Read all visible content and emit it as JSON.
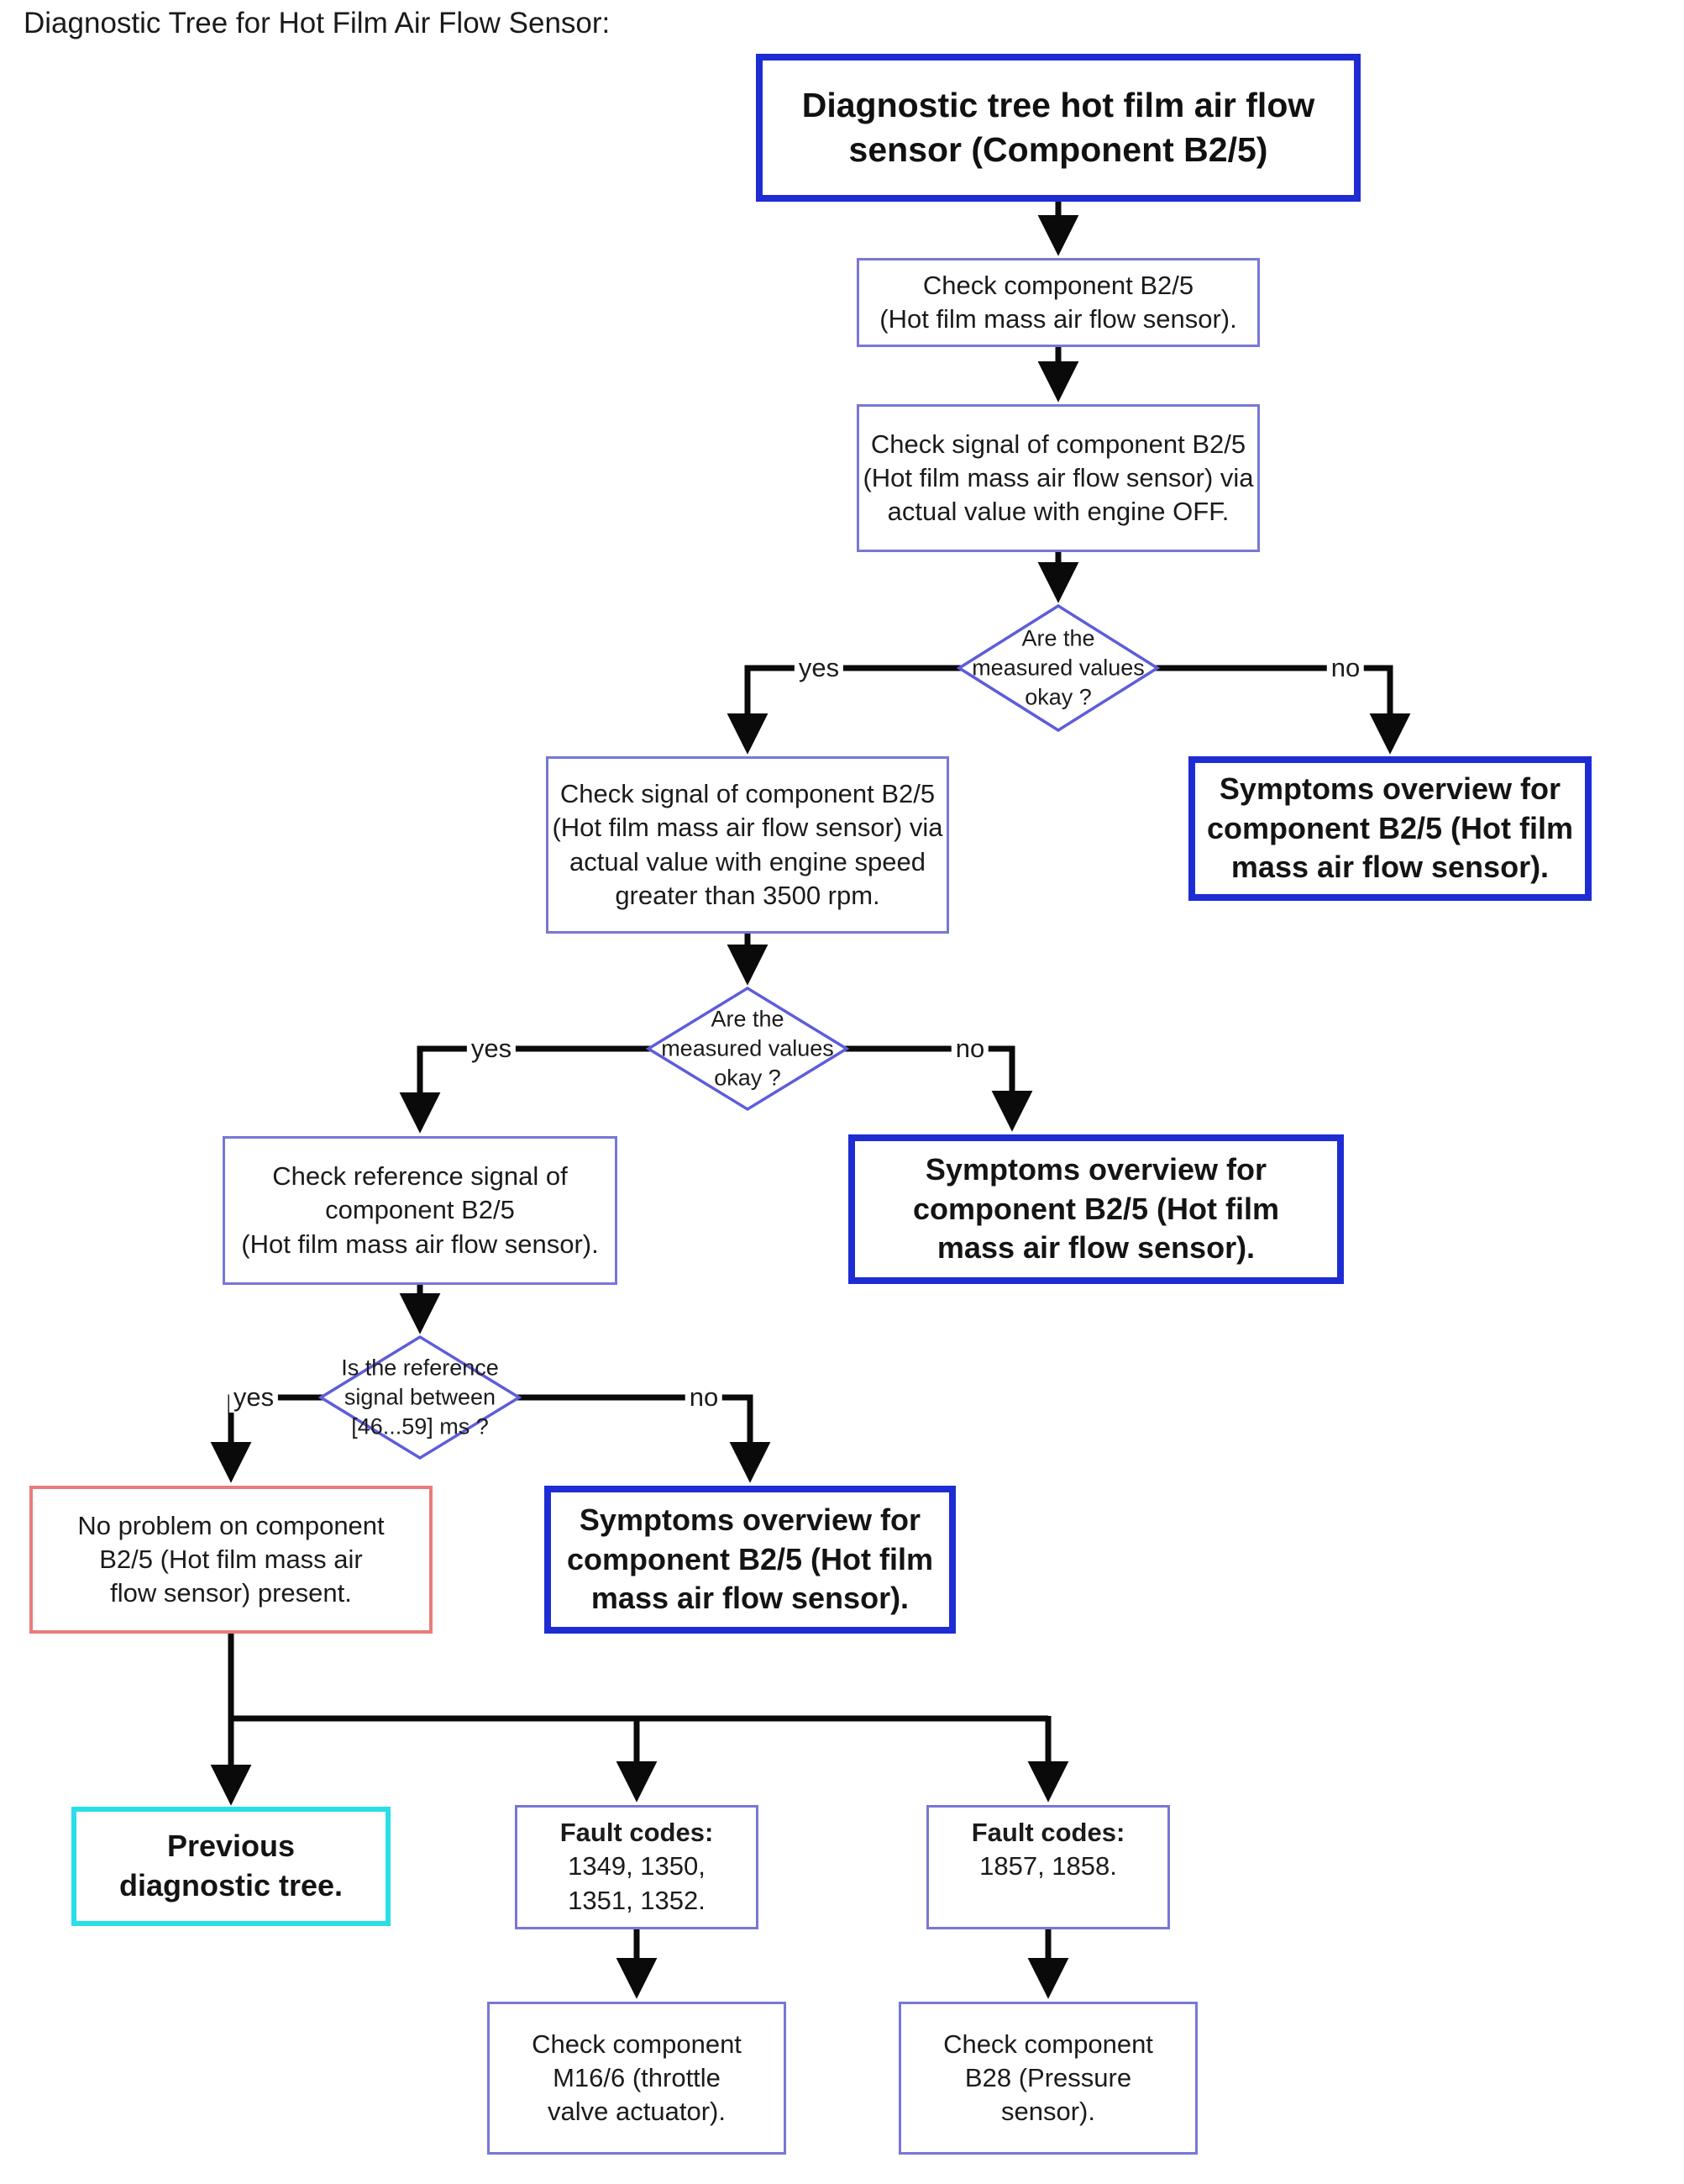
{
  "page_title": "Diagnostic Tree for Hot Film Air Flow Sensor:",
  "labels": {
    "yes": "yes",
    "no": "no"
  },
  "colors": {
    "thick_border_blue": "#1e2cd4",
    "thin_border_blue": "#7777d6",
    "diamond_border_blue": "#5d5dda",
    "no_problem_border_red": "#e87c7c",
    "previous_tree_border_cyan": "#2adee8",
    "connector_black": "#0a0a0a",
    "text": "#1b1b1b",
    "background": "#ffffff"
  },
  "nodes": {
    "root": {
      "text": "Diagnostic tree hot film air flow\nsensor (Component B2/5)"
    },
    "check_component": {
      "text": "Check component B2/5\n(Hot film mass air flow sensor)."
    },
    "check_signal_engine_off": {
      "text": "Check signal of component B2/5\n(Hot film mass air flow sensor) via\nactual value with engine OFF."
    },
    "decision_measured_values_1": {
      "text": "Are the\nmeasured values\nokay ?"
    },
    "check_signal_3500rpm": {
      "text": "Check signal of component B2/5\n(Hot film mass air flow sensor) via\nactual value with engine speed\ngreater than 3500 rpm."
    },
    "symptoms_overview_1": {
      "text": "Symptoms overview for\ncomponent B2/5 (Hot film\nmass air flow sensor)."
    },
    "decision_measured_values_2": {
      "text": "Are the\nmeasured values\nokay ?"
    },
    "check_reference_signal": {
      "text": "Check reference signal of\ncomponent B2/5\n(Hot film mass air flow sensor)."
    },
    "symptoms_overview_2": {
      "text": "Symptoms overview for\ncomponent B2/5 (Hot film\nmass air flow sensor)."
    },
    "decision_reference_signal": {
      "text": "Is the reference\nsignal between\n[46...59] ms ?"
    },
    "no_problem": {
      "text": "No problem on component\nB2/5 (Hot film mass air\nflow sensor) present."
    },
    "symptoms_overview_3": {
      "text": "Symptoms overview for\ncomponent B2/5 (Hot film\nmass air flow sensor)."
    },
    "previous_tree": {
      "text": "Previous\ndiagnostic tree."
    },
    "fault_codes_1": {
      "title": "Fault codes:",
      "codes": "1349, 1350,\n1351, 1352."
    },
    "fault_codes_2": {
      "title": "Fault codes:",
      "codes": "1857, 1858."
    },
    "check_m16_6": {
      "text": "Check component\nM16/6 (throttle\nvalve actuator)."
    },
    "check_b28": {
      "text": "Check component\nB28 (Pressure\nsensor)."
    }
  },
  "edges": [
    {
      "from": "root",
      "to": "check_component"
    },
    {
      "from": "check_component",
      "to": "check_signal_engine_off"
    },
    {
      "from": "check_signal_engine_off",
      "to": "decision_measured_values_1"
    },
    {
      "from": "decision_measured_values_1",
      "to": "check_signal_3500rpm",
      "label": "yes"
    },
    {
      "from": "decision_measured_values_1",
      "to": "symptoms_overview_1",
      "label": "no"
    },
    {
      "from": "check_signal_3500rpm",
      "to": "decision_measured_values_2"
    },
    {
      "from": "decision_measured_values_2",
      "to": "check_reference_signal",
      "label": "yes"
    },
    {
      "from": "decision_measured_values_2",
      "to": "symptoms_overview_2",
      "label": "no"
    },
    {
      "from": "check_reference_signal",
      "to": "decision_reference_signal"
    },
    {
      "from": "decision_reference_signal",
      "to": "no_problem",
      "label": "yes"
    },
    {
      "from": "decision_reference_signal",
      "to": "symptoms_overview_3",
      "label": "no"
    },
    {
      "from": "no_problem",
      "to": "previous_tree"
    },
    {
      "from": "no_problem",
      "to": "fault_codes_1"
    },
    {
      "from": "no_problem",
      "to": "fault_codes_2"
    },
    {
      "from": "fault_codes_1",
      "to": "check_m16_6"
    },
    {
      "from": "fault_codes_2",
      "to": "check_b28"
    }
  ]
}
